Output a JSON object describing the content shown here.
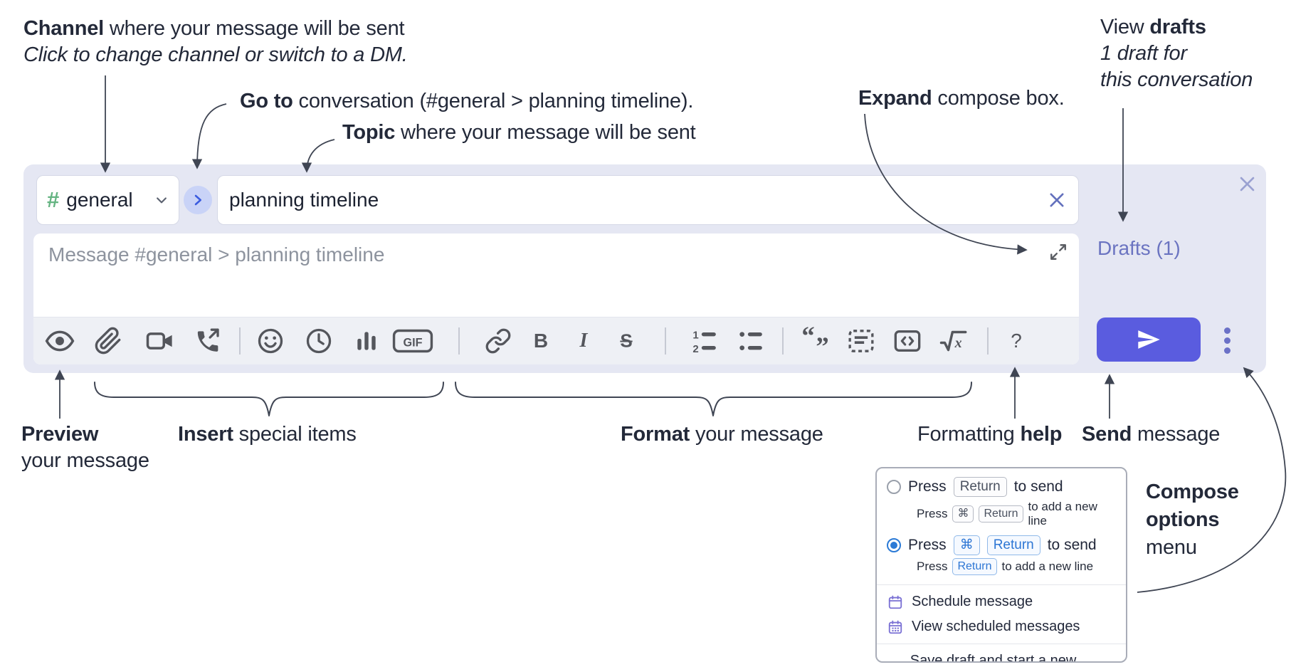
{
  "annotations": {
    "channel": {
      "bold": "Channel",
      "rest": " where your message will be sent",
      "line2": "Click to change channel or switch to a DM."
    },
    "goto": {
      "bold": "Go to",
      "rest": " conversation (#general > planning timeline)."
    },
    "topic": {
      "bold": "Topic",
      "rest": " where your message will be sent"
    },
    "expand": {
      "bold": "Expand",
      "rest": " compose box."
    },
    "drafts": {
      "line1_regular": "View ",
      "line1_bold": "drafts",
      "line2": "1 draft for",
      "line3": "this conversation"
    },
    "preview": {
      "bold": "Preview",
      "line2": "your message"
    },
    "insert": {
      "bold": "Insert",
      "rest": " special items"
    },
    "format": {
      "bold": "Format",
      "rest": " your message"
    },
    "help": {
      "regular": "Formatting ",
      "bold": "help"
    },
    "send": {
      "bold": "Send",
      "rest": " message"
    },
    "compose_options": {
      "line1": "Compose",
      "line2": "options",
      "line3": "menu"
    }
  },
  "compose": {
    "channel_selector": {
      "hash": "#",
      "name": "general"
    },
    "topic_input": {
      "value": "planning timeline"
    },
    "message_input": {
      "placeholder": "Message #general > planning timeline"
    },
    "drafts_link": "Drafts (1)",
    "toolbar": {
      "gif_label": "GIF",
      "bold_label": "B",
      "italic_label": "I",
      "strike_label": "S",
      "help_label": "?",
      "icon_names": [
        "eye",
        "paperclip",
        "video-camera",
        "phone-call",
        "smiley",
        "clock",
        "bar-chart",
        "gif",
        "link",
        "bold",
        "italic",
        "strikethrough",
        "numbered-list",
        "bulleted-list",
        "blockquote",
        "code-block",
        "code",
        "sqrt",
        "help"
      ]
    }
  },
  "popup": {
    "option1": {
      "press": "Press",
      "key1": "Return",
      "suffix": "to send",
      "sub_press": "Press",
      "sub_key1": "⌘",
      "sub_key2": "Return",
      "sub_suffix": "to add a new line"
    },
    "option2": {
      "press": "Press",
      "key1": "⌘",
      "key2": "Return",
      "suffix": "to send",
      "sub_press": "Press",
      "sub_key1": "Return",
      "sub_suffix": "to add a new line"
    },
    "items": [
      "Schedule message",
      "View scheduled messages",
      "Save draft and start a new message"
    ]
  },
  "colors": {
    "compose_bg": "#e5e7f3",
    "send_button": "#5a5cdf",
    "drafts_link": "#6b74c1",
    "channel_hash": "#65b482",
    "jump_circle_bg": "#c9d3f7",
    "jump_chevron": "#3b5ce0",
    "radio_selected": "#2b7ad6",
    "kbd_blue": "#2d76d4",
    "menu_icon": "#7a70d4",
    "annotation_text": "#232939",
    "toolbar_icon": "#54565c"
  }
}
